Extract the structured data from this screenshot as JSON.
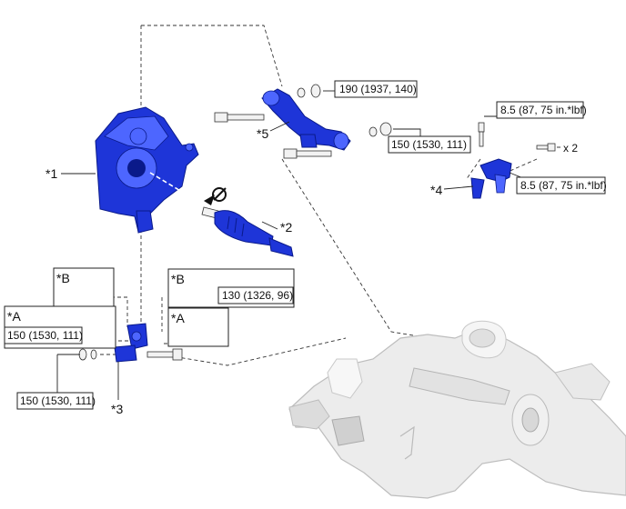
{
  "parts": {
    "p1": "*1",
    "p2": "*2",
    "p3": "*3",
    "p4": "*4",
    "p5": "*5"
  },
  "torques": {
    "t_190": "190 (1937, 140)",
    "t_150_arm": "150 (1530, 111)",
    "t_8_5_top": "8.5 (87, 75 in.*lbf)",
    "t_8_5_bottom": "8.5 (87, 75 in.*lbf)",
    "t_130": "130 (1326, 96)",
    "t_150_a": "150 (1530, 111)",
    "t_150_bottom": "150 (1530, 111)"
  },
  "qty": {
    "x2": "x 2"
  },
  "tags": {
    "b_upper": "*B",
    "b_right": "*B",
    "a_left": "*A",
    "a_right": "*A"
  },
  "colors": {
    "part": "#1e35d8",
    "frame": "#e6e6e6"
  },
  "icons": [
    "no-reuse-icon"
  ]
}
